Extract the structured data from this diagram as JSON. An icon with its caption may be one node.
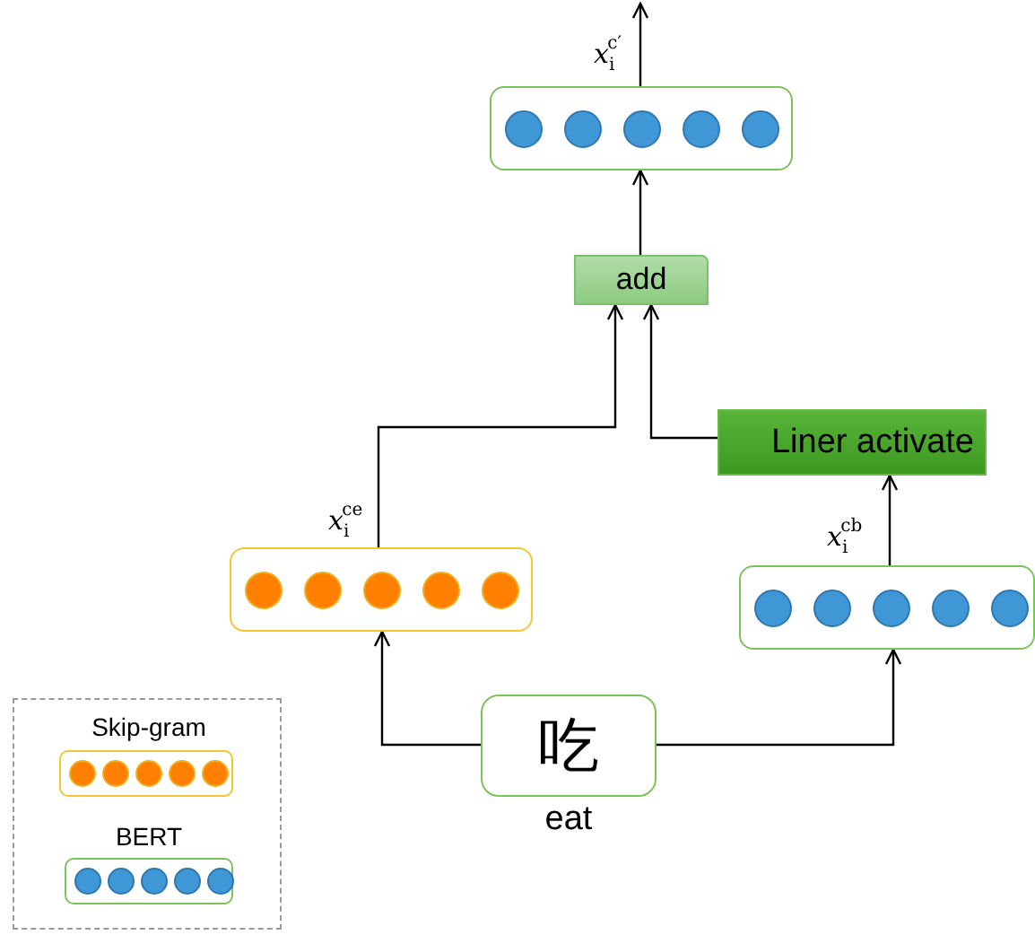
{
  "diagram": {
    "nodes": [
      {
        "text": [],
        "shape": "box"
      },
      {
        "text": [
          "add"
        ]
      },
      {
        "text": [],
        "shape": "box"
      },
      {
        "text": [
          "Liner activate"
        ]
      },
      {
        "text": [],
        "shape": "box"
      },
      {
        "text": [
          "吃"
        ],
        "beside": [
          "eat"
        ]
      }
    ],
    "edges": [
      {
        "from": 0,
        "to": null,
        "arrow": "to",
        "label": "*x*$_{i}$$^{c′}$"
      },
      {
        "from": 1,
        "to": 0,
        "arrow": "to"
      },
      {
        "from": 2,
        "to": 1,
        "arrow": "to",
        "label": "*x*$_{i}$$^{ce}$"
      },
      {
        "from": 3,
        "to": 1,
        "arrow": "to"
      },
      {
        "from": 4,
        "to": 3,
        "arrow": "to",
        "label": "*x*$_{i}$$^{cb}$"
      },
      {
        "from": 5,
        "to": 2,
        "arrow": "to"
      },
      {
        "from": 5,
        "to": 4,
        "arrow": "to"
      }
    ],
    "legend": [
      {
        "text": "Skip-gram"
      },
      {
        "text": "BERT"
      }
    ]
  }
}
